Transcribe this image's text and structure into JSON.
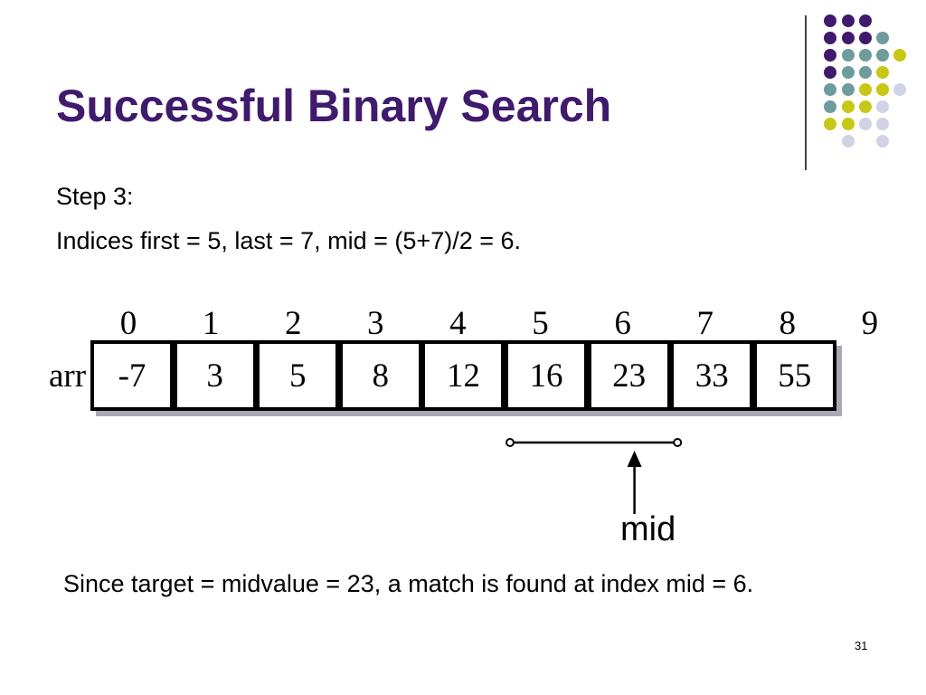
{
  "slide": {
    "title": "Successful Binary Search",
    "step": "Step 3:",
    "indices_text": "Indices first = 5, last = 7, mid = (5+7)/2 = 6.",
    "conclusion": "Since target = midvalue = 23, a match is found at index mid = 6.",
    "page_number": "31"
  },
  "array": {
    "label": "arr",
    "indices": [
      "0",
      "1",
      "2",
      "3",
      "4",
      "5",
      "6",
      "7",
      "8",
      "9"
    ],
    "values": [
      "-7",
      "3",
      "5",
      "8",
      "12",
      "16",
      "23",
      "33",
      "55"
    ]
  },
  "pointer": {
    "label": "mid",
    "first_index": 5,
    "last_index": 7,
    "mid_index": 6
  },
  "colors": {
    "title": "#3f1a6e",
    "dot_purple": "#3f1a6e",
    "dot_teal": "#6e9b9b",
    "dot_yellow": "#c8c814",
    "dot_lavender": "#d2d2e6",
    "shadow": "#a9a9b4"
  }
}
